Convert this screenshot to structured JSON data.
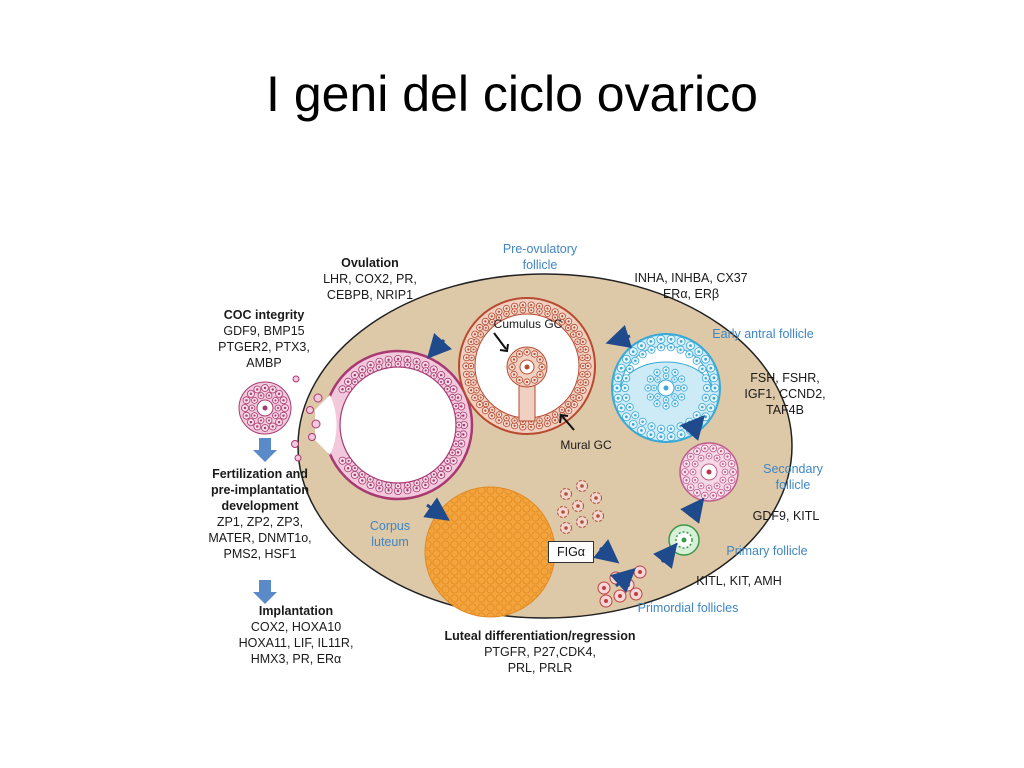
{
  "slide": {
    "title": "I geni del ciclo ovarico"
  },
  "stages": {
    "pre_ovulatory": [
      "Pre-ovulatory",
      "follicle"
    ],
    "early_antral": "Early antral follicle",
    "secondary": [
      "Secondary",
      "follicle"
    ],
    "primary": "Primary follicle",
    "primordial": "Primordial follicles",
    "corpus_luteum": [
      "Corpus",
      "luteum"
    ]
  },
  "cells": {
    "cumulus": "Cumulus GC",
    "mural": "Mural GC",
    "fig": "FIGα"
  },
  "gene_groups": {
    "ovulation": {
      "heading": "Ovulation",
      "genes": [
        "LHR, COX2, PR,",
        "CEBPB, NRIP1"
      ]
    },
    "coc_integrity": {
      "heading": "COC integrity",
      "genes": [
        "GDF9, BMP15",
        "PTGER2, PTX3,",
        "AMBP"
      ]
    },
    "fertilization": {
      "heading": [
        "Fertilization and",
        "pre-implantation",
        "development"
      ],
      "genes": [
        "ZP1, ZP2, ZP3,",
        "MATER, DNMT1o,",
        "PMS2, HSF1"
      ]
    },
    "implantation": {
      "heading": "Implantation",
      "genes": [
        "COX2, HOXA10",
        "HOXA11, LIF, IL11R,",
        "HMX3, PR, ERα"
      ]
    },
    "luteal": {
      "heading": "Luteal differentiation/regression",
      "genes": [
        "PTGFR, P27,CDK4,",
        "PRL, PRLR"
      ]
    },
    "pre_ovulatory_genes": {
      "genes": [
        "INHA, INHBA, CX37",
        "ERα, ERβ"
      ]
    },
    "early_antral_genes": {
      "genes": [
        "FSH, FSHR,",
        "IGF1, CCND2,",
        "TAF4B"
      ]
    },
    "secondary_genes": {
      "genes": [
        "GDF9, KITL"
      ]
    },
    "primary_genes": {
      "genes": [
        "KITL, KIT, AMH"
      ]
    }
  },
  "colors": {
    "ovary_fill": "#ddc8a8",
    "ovary_stroke": "#222222",
    "ovulatory_follicle": "#a83a72",
    "pre_ovulatory": "#b84a30",
    "early_antral": "#39a9d6",
    "secondary": "#c05a8c",
    "primary": "#3a9a4a",
    "primordial": "#c04040",
    "corpus_luteum": "#f3a43c",
    "arrow": "#1f4a8c",
    "arrow_light": "#5b8ac9",
    "label_blue": "#3f86c4"
  },
  "icons": [
    "flow-arrow-icon",
    "down-arrow-icon",
    "pointer-arrow-icon"
  ]
}
